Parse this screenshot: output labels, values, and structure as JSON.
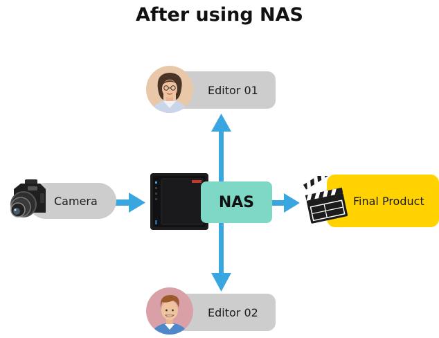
{
  "title": "After using NAS",
  "nodes": {
    "editor1": "Editor 01",
    "editor2": "Editor 02",
    "camera": "Camera",
    "nas": "NAS",
    "final": "Final Product"
  },
  "colors": {
    "arrow": "#3aa6e0",
    "pill": "#cdcdcd",
    "nas": "#7fd8c6",
    "final": "#ffd200"
  },
  "icons": [
    "editor-female-avatar-icon",
    "editor-male-avatar-icon",
    "camera-icon",
    "nas-device-icon",
    "clapperboard-icon"
  ]
}
